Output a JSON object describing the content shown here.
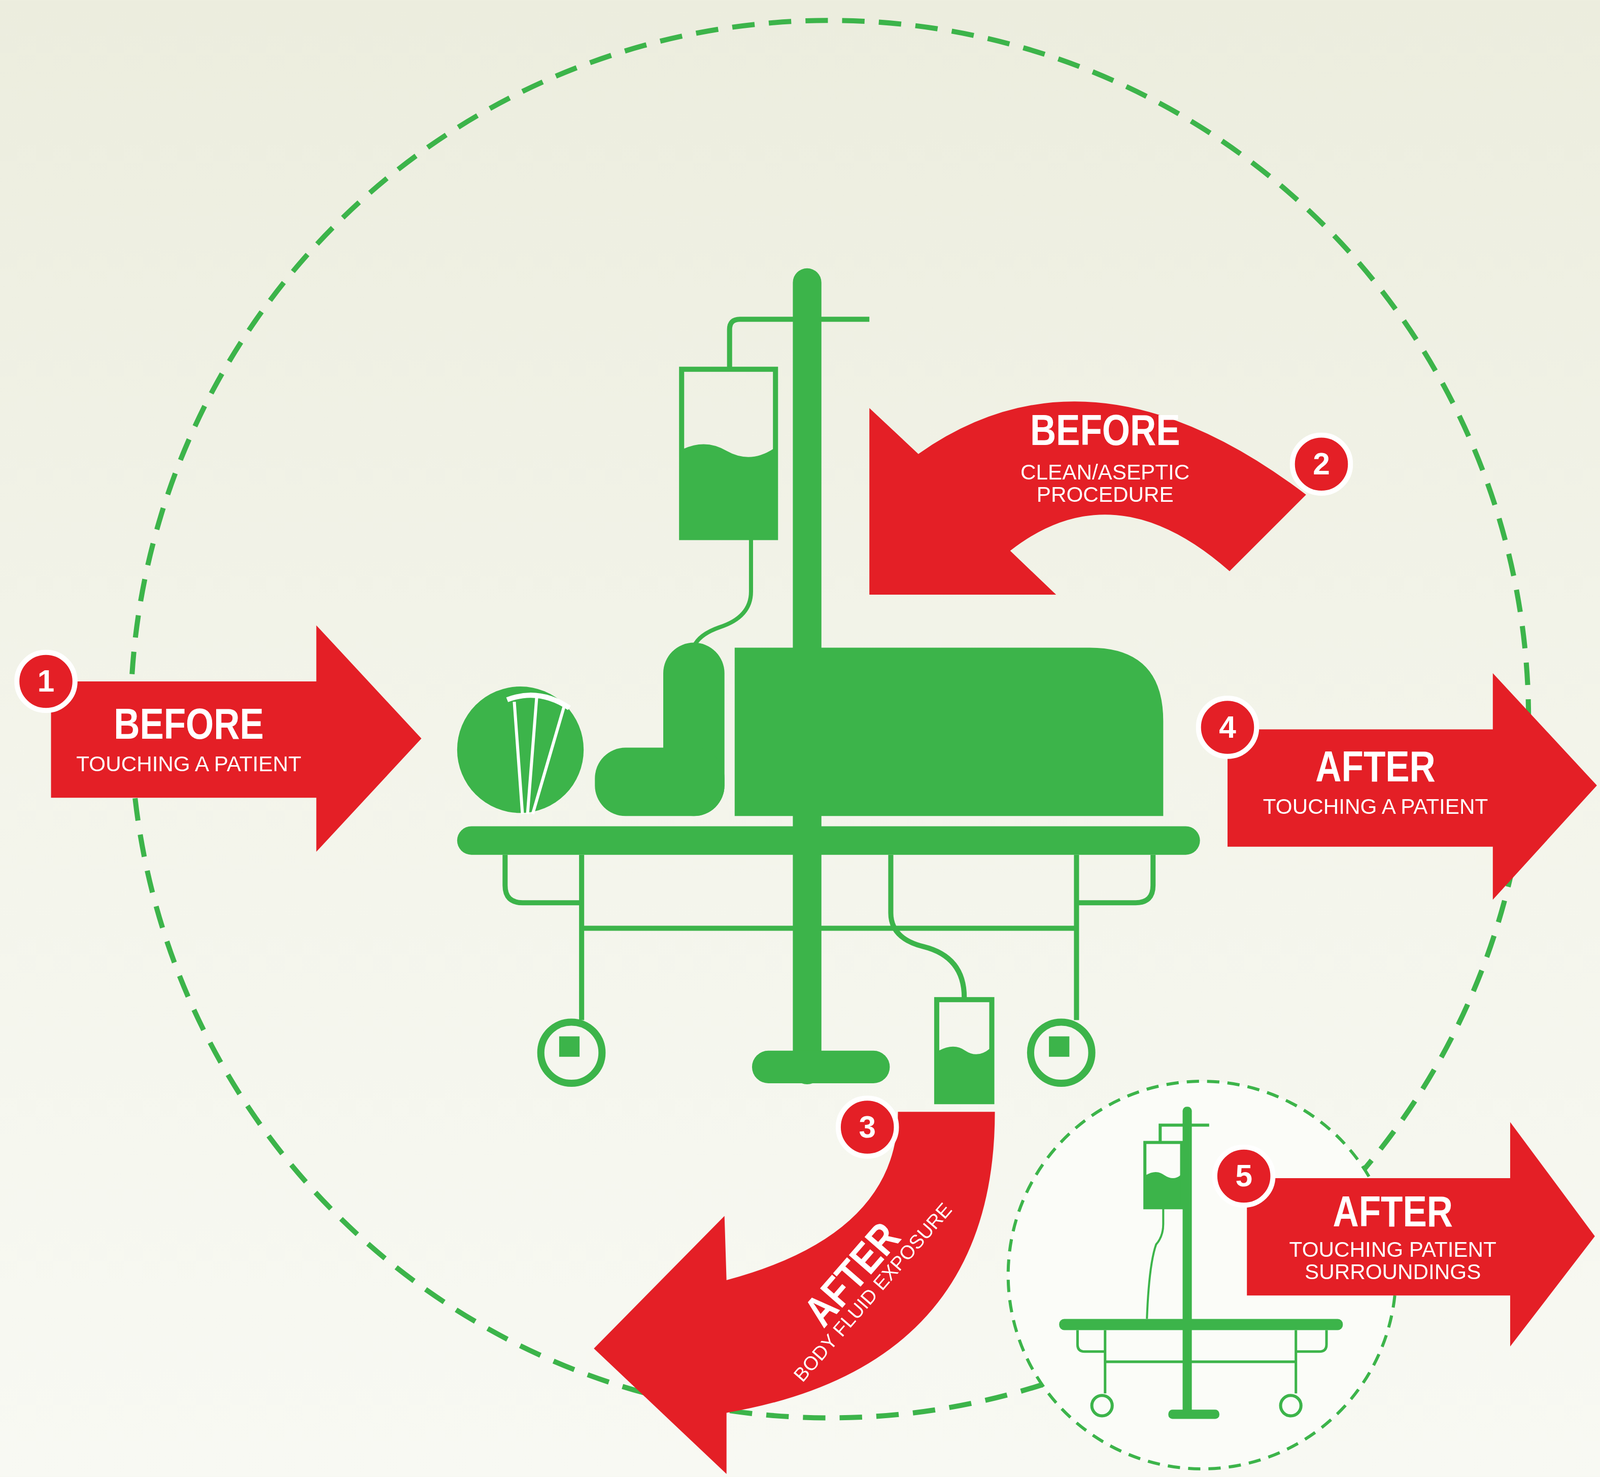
{
  "diagram": {
    "nodes": [
      {
        "text": [
          "BEFORE",
          "TOUCHING A PATIENT"
        ]
      },
      {
        "text": [
          "1"
        ],
        "in": 0
      },
      {
        "text": [
          "BEFORE",
          "CLEAN/ASEPTIC PROCEDURE"
        ]
      },
      {
        "text": [
          "2"
        ],
        "in": 2
      },
      {
        "text": [
          "AFTER",
          "BODY FLUID EXPOSURE"
        ]
      },
      {
        "text": [
          "3"
        ],
        "in": 4
      },
      {
        "text": [
          "AFTER",
          "TOUCHING A PATIENT"
        ]
      },
      {
        "text": [
          "4"
        ],
        "in": 6
      },
      {
        "text": [
          "AFTER",
          "TOUCHING PATIENT SURROUNDINGS"
        ]
      },
      {
        "text": [
          "5"
        ],
        "in": 8
      }
    ]
  }
}
